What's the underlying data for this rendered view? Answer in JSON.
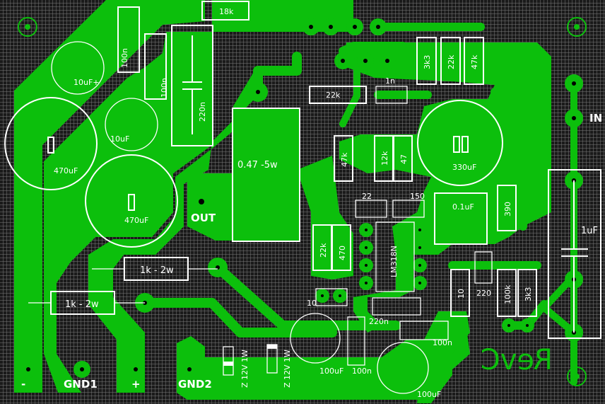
{
  "board": {
    "title": "PCB layout RevC",
    "revision_mirrored": "RevC",
    "colors": {
      "copper": "#0cbf0c",
      "silkscreen": "#ffffff",
      "background": "#1a1a1a",
      "grid": "#7a7a7a"
    }
  },
  "connectors": {
    "minus": "-",
    "gnd1": "GND1",
    "plus": "+",
    "gnd2": "GND2",
    "out": "OUT",
    "in": "IN"
  },
  "components": {
    "r_18k": "18k",
    "c_100n_a": "100n",
    "c_100n_b": "100n",
    "c_220n_big": "220n",
    "c_10uf_a": "10uF+",
    "c_10uf_b": "10uF",
    "c_470uf_a": "470uF",
    "c_470uf_b": "470uF",
    "r_047_5w": "0.47 -5w",
    "r_1k_2w_a": "1k - 2w",
    "r_1k_2w_b": "1k - 2w",
    "r_22k_top": "22k",
    "c_1n": "1n",
    "r_3k3_top": "3k3",
    "r_22k_top2": "22k",
    "r_47k_top": "47k",
    "r_47k": "47k",
    "r_12k": "12k",
    "r_47": "47",
    "c_330uf": "330uF",
    "c_22": "22",
    "c_150": "150",
    "c_01uf": "0.1uF",
    "r_390": "390",
    "r_22k_mid": "22k",
    "r_470": "470",
    "ic": "LM318N",
    "c_10": "10",
    "c_220n": "220n",
    "r_10": "10",
    "c_220": "220",
    "r_100k": "100k",
    "r_3k3": "3k3",
    "c_1uf": "1uF",
    "c_100n_bot": "100n",
    "c_100n_bot2": "100n",
    "c_100uf_a": "100uF",
    "c_100uf_b": "100uF",
    "z_a": "Z 12V 1W",
    "z_b": "Z 12V 1W"
  }
}
